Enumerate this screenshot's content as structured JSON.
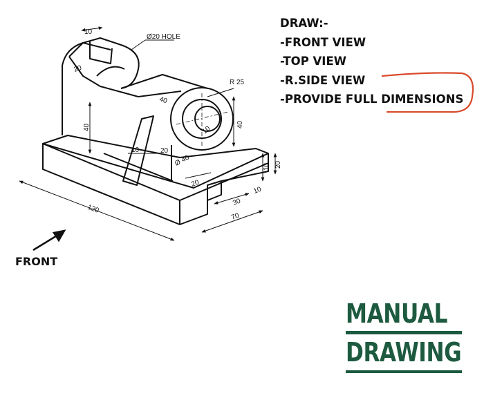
{
  "instructions": {
    "heading": "DRAW:-",
    "items": [
      "-FRONT VIEW",
      "-TOP VIEW",
      "-R.SIDE VIEW",
      "-PROVIDE FULL DIMENSIONS"
    ]
  },
  "front_label": "FRONT",
  "logo": {
    "line1": "MANUAL",
    "line2": "DRAWING"
  },
  "dimensions": {
    "slot_width": "10",
    "hole_note": "Ø20 HOLE",
    "upright_thickness": "20",
    "body_length": "40",
    "radius": "R 25",
    "upright_height": "40",
    "boss_height": "40",
    "rib_width": "10",
    "rib_offset": "20",
    "bore_diameter": "Ø 40",
    "bore_inner": "10",
    "base_height_a": "10",
    "base_height_b": "20",
    "step_depth": "20",
    "groove_width": "30",
    "groove_depth": "10",
    "base_width": "70",
    "base_length": "120"
  },
  "colors": {
    "line": "#111111",
    "highlight": "#d94a2b",
    "logo": "#1d5a3f"
  }
}
